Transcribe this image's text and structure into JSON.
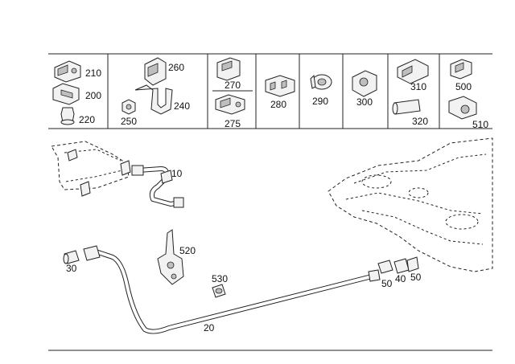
{
  "parts_box": {
    "labels": [
      "210",
      "200",
      "220",
      "260",
      "250",
      "240",
      "270",
      "275",
      "280",
      "290",
      "300",
      "310",
      "320",
      "500",
      "510"
    ]
  },
  "main": {
    "labels": [
      "10",
      "520",
      "30",
      "530",
      "50",
      "40",
      "50",
      "20"
    ]
  }
}
